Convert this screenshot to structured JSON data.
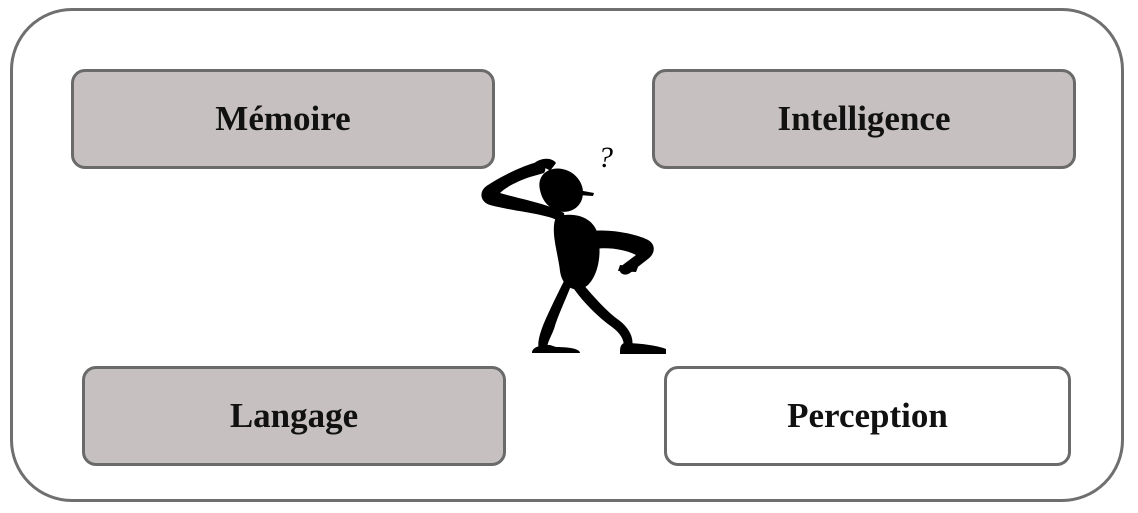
{
  "diagram": {
    "boxes": {
      "memoire": {
        "label": "Mémoire"
      },
      "intelligence": {
        "label": "Intelligence"
      },
      "langage": {
        "label": "Langage"
      },
      "perception": {
        "label": "Perception"
      }
    },
    "figure": {
      "icon": "thinking-stick-figure-icon",
      "question_mark": "?"
    },
    "colors": {
      "box_fill": "#c6c0c0",
      "box_border": "#6a6a6a",
      "frame_border": "#6f6f6f",
      "figure": "#000000"
    }
  }
}
